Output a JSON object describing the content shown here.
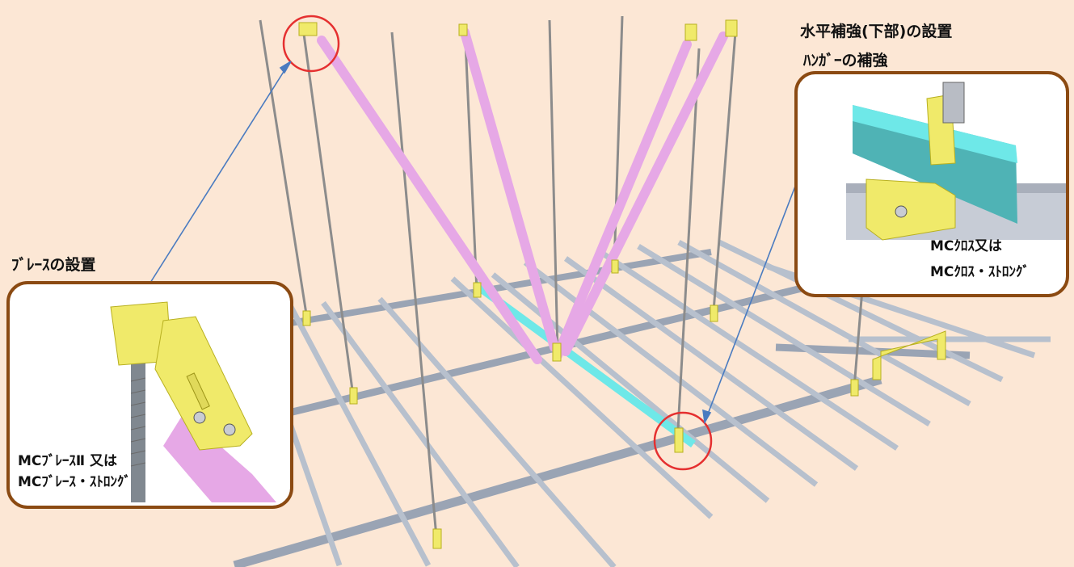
{
  "labels": {
    "brace_title": "ﾌﾞﾚｰｽの設置",
    "horizontal_title": "水平補強(下部)の設置",
    "hanger_title": "ﾊﾝｶﾞｰの補強"
  },
  "callouts": {
    "brace": {
      "line1": "MCﾌﾞﾚｰｽⅡ 又は",
      "line2": "MCﾌﾞﾚｰｽ・ｽﾄﾛﾝｸﾞ"
    },
    "cross": {
      "line1": "MCｸﾛｽ又は",
      "line2": "MCｸﾛｽ・ｽﾄﾛﾝｸﾞ"
    }
  },
  "colors": {
    "background": "#fce7d5",
    "callout_border": "#8b4a12",
    "brace": "#e6a8e6",
    "horizontal_reinforcement": "#6ee8e8",
    "clip": "#f0ea6a",
    "channel": "#9aa4b4",
    "highlight_circle": "#e53030",
    "pointer": "#4a7bc0"
  },
  "icons": [
    "brace-clip-icon",
    "cross-clip-icon",
    "hanger-rod-icon"
  ]
}
